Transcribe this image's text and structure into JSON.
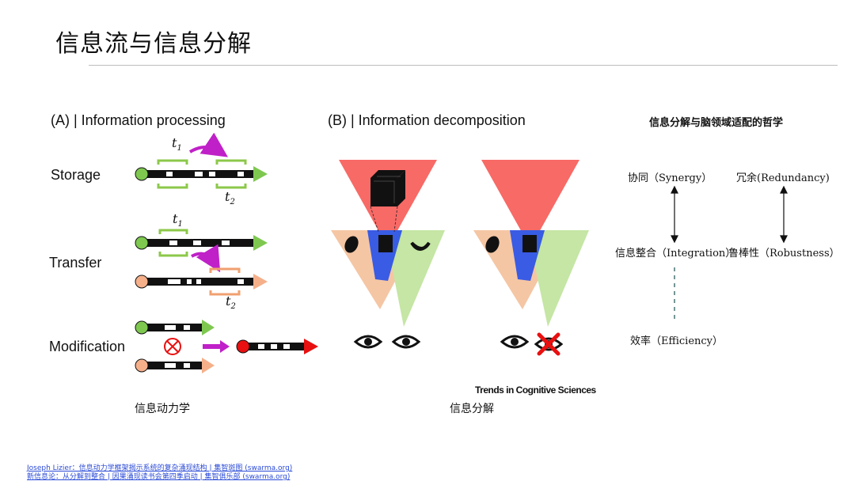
{
  "title": "信息流与信息分解",
  "panelA": {
    "title": "(A) | Information processing",
    "rows": [
      "Storage",
      "Transfer",
      "Modification"
    ],
    "time_labels": {
      "t1": "t",
      "t1_sub": "1",
      "t2": "t",
      "t2_sub": "2"
    },
    "caption": "信息动力学"
  },
  "panelB": {
    "title": "(B) | Information decomposition",
    "caption": "信息分解",
    "source": "Trends in Cognitive Sciences"
  },
  "philosophy": {
    "title": "信息分解与脑领域适配的哲学",
    "synergy": "协同（Synergy）",
    "redundancy": "冗余(Redundancy)",
    "integration": "信息整合（Integration）",
    "robustness": "鲁棒性（Robustness）",
    "efficiency": "效率（Efficiency）"
  },
  "references": [
    "Joseph Lizier：信息动力学框架揭示系统的复杂涌现结构 | 集智斑图 (swarma.org)",
    "新信息论：从分解到整合 | 因果涌现读书会第四季启动 | 集智俱乐部 (swarma.org)"
  ],
  "colors": {
    "green": "#7ec850",
    "orange": "#f5b08a",
    "magenta": "#c020c8",
    "red": "#e81010",
    "bracketGreen": "#8cc84a",
    "bracketOrange": "#f0a070"
  }
}
